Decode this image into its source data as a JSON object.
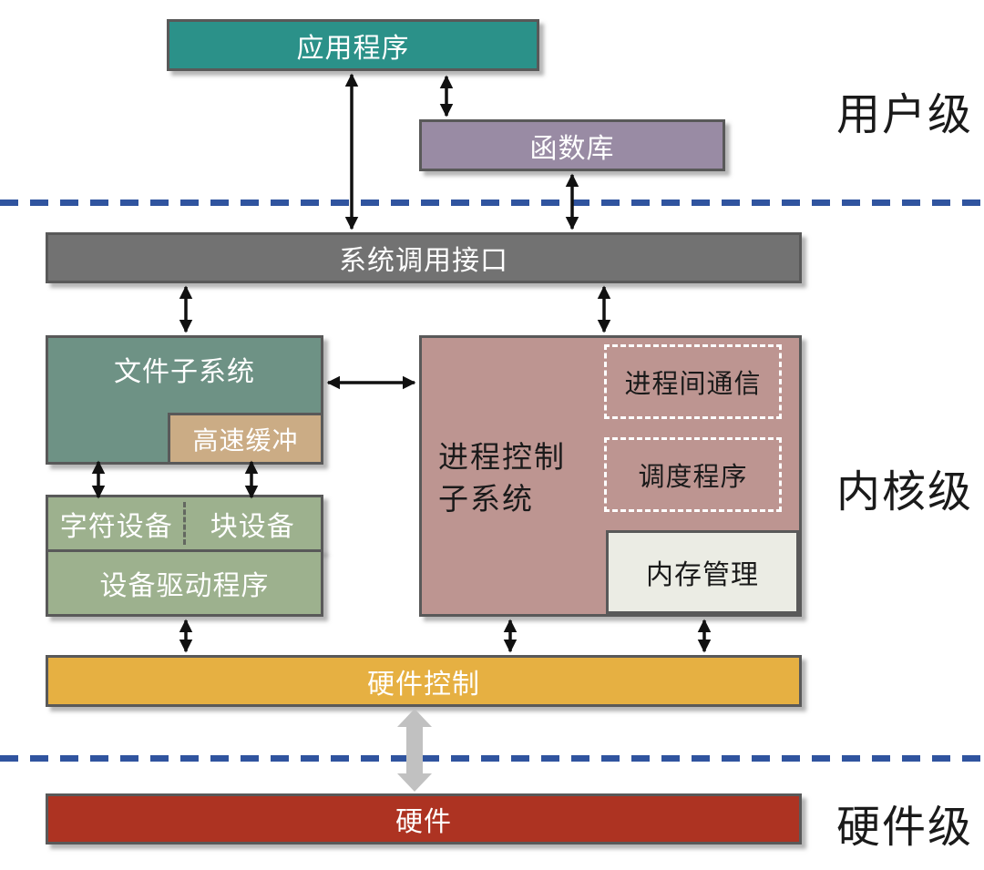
{
  "levels": {
    "user": "用户级",
    "kernel": "内核级",
    "hardware": "硬件级"
  },
  "boxes": {
    "application": "应用程序",
    "library": "函数库",
    "syscall_interface": "系统调用接口",
    "file_subsystem": "文件子系统",
    "buffer_cache": "高速缓冲",
    "char_device": "字符设备",
    "block_device": "块设备",
    "device_driver": "设备驱动程序",
    "process_control_line1": "进程控制",
    "process_control_line2": "子系统",
    "ipc": "进程间通信",
    "scheduler": "调度程序",
    "memory_management": "内存管理",
    "hardware_control": "硬件控制",
    "hardware": "硬件"
  },
  "colors": {
    "application": "#2b9189",
    "library": "#998ba4",
    "syscall_interface": "#727272",
    "file_subsystem": "#6e9285",
    "buffer_cache": "#cbac85",
    "device_boxes": "#9db18e",
    "process_control": "#bd9591",
    "memory_management": "#ebece4",
    "hardware_control": "#e6b042",
    "hardware": "#ad3322",
    "separator_line": "#30549f",
    "arrow": "#111111",
    "thick_arrow": "#c1c1c1",
    "box_border": "#595959"
  }
}
